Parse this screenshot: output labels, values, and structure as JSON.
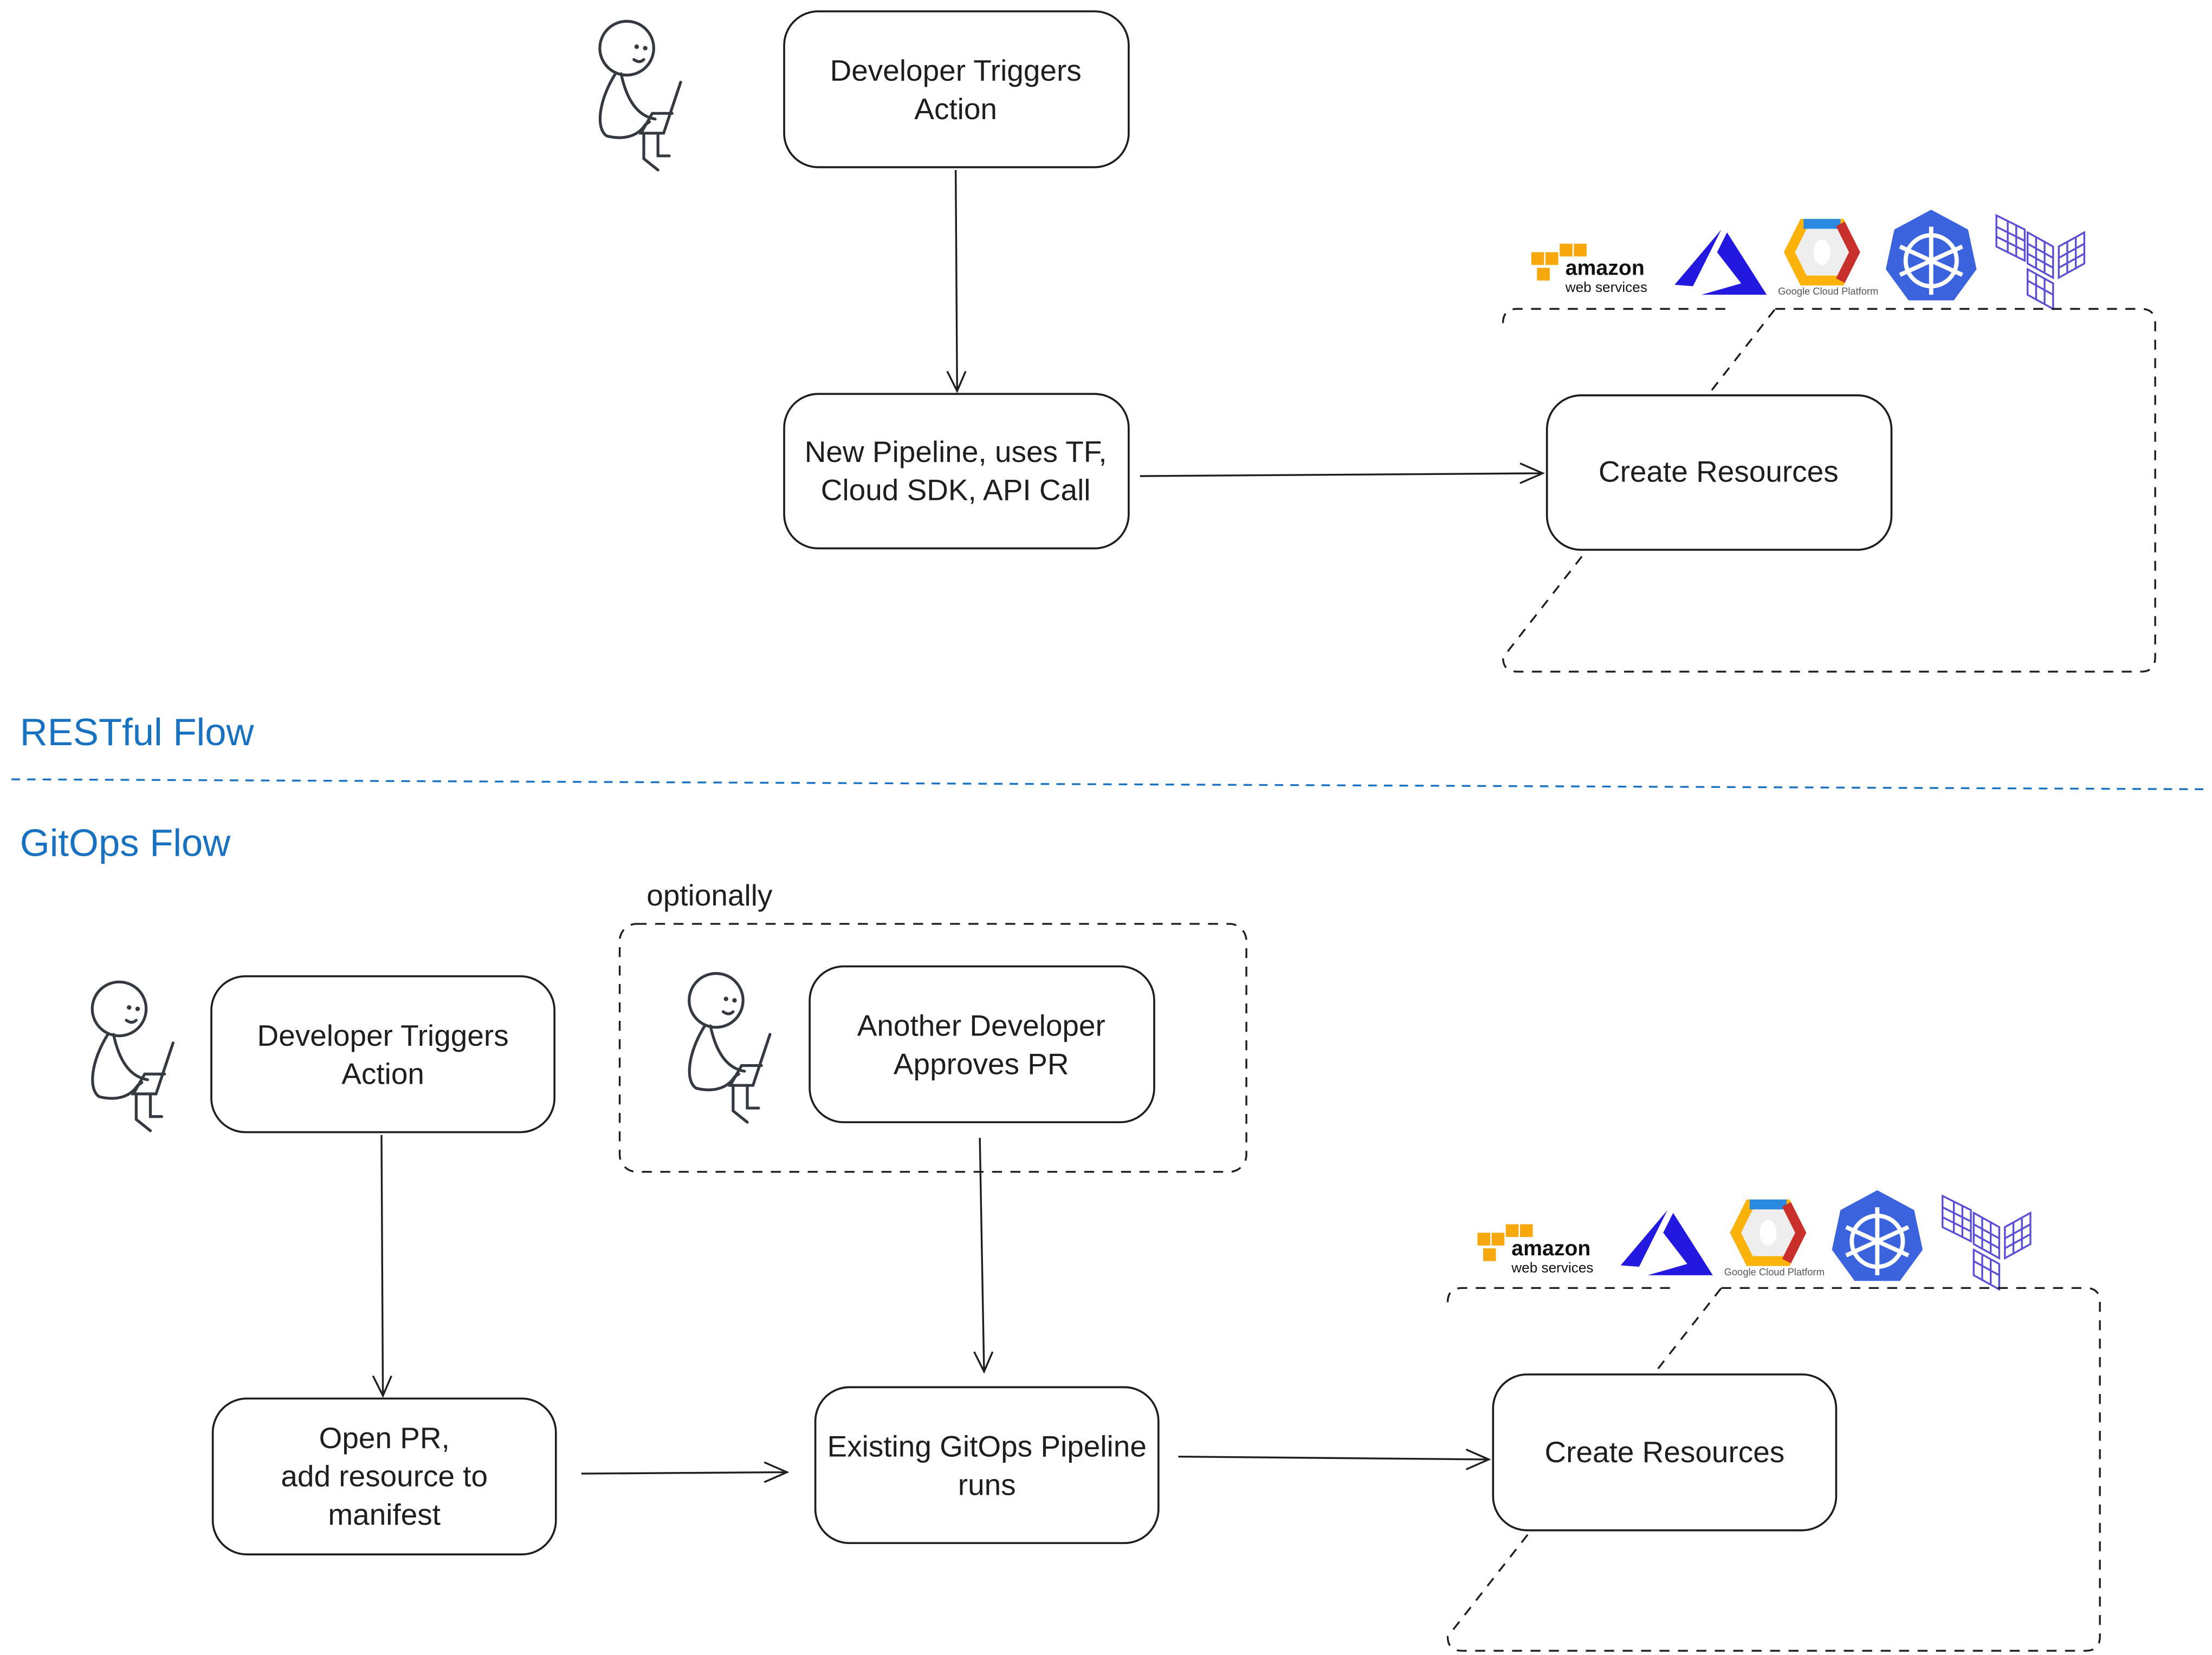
{
  "restful": {
    "section_label": "RESTful Flow",
    "trigger": [
      "Developer Triggers",
      "Action"
    ],
    "pipeline": [
      "New Pipeline, uses TF,",
      "Cloud SDK, API Call"
    ],
    "create": "Create Resources"
  },
  "gitops": {
    "section_label": "GitOps Flow",
    "optional_label": "optionally",
    "trigger": [
      "Developer Triggers",
      "Action"
    ],
    "approve": [
      "Another Developer",
      "Approves PR"
    ],
    "open_pr": [
      "Open PR,",
      "add resource to",
      "manifest"
    ],
    "pipeline": [
      "Existing GitOps Pipeline",
      "runs"
    ],
    "create": "Create Resources"
  },
  "logos": {
    "aws": [
      "amazon",
      "web services"
    ],
    "gcp": "Google Cloud Platform",
    "icons": [
      "aws-logo",
      "azure-logo",
      "gcp-logo",
      "kubernetes-logo",
      "terraform-logo"
    ]
  },
  "colors": {
    "section": "#1971c2",
    "divider": "#1971c2",
    "aws": "#f7a80d",
    "azure": "#2318e0",
    "kubernetes": "#3b63de",
    "terraform": "#5b4fd6"
  }
}
